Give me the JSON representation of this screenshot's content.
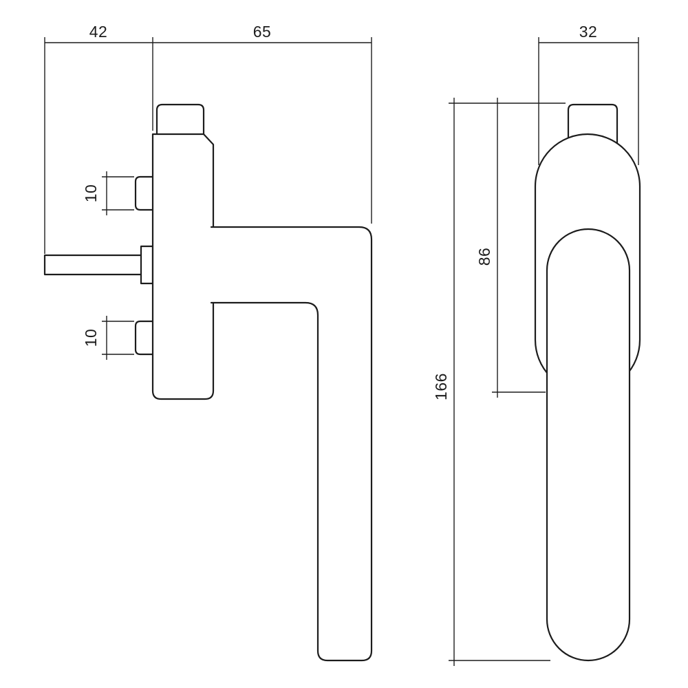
{
  "colors": {
    "background": "#ffffff",
    "line": "#1c1c1c"
  },
  "drawing": {
    "subject": "window-handle-two-view-technical-drawing",
    "views": [
      "side-view",
      "front-view"
    ]
  },
  "dimensions": {
    "side_spindle_width": "42",
    "side_handle_offset": "65",
    "side_peg_top_height": "10",
    "side_peg_bottom_height": "10",
    "front_width": "32",
    "front_rosette_height": "86",
    "front_total_height": "166"
  }
}
